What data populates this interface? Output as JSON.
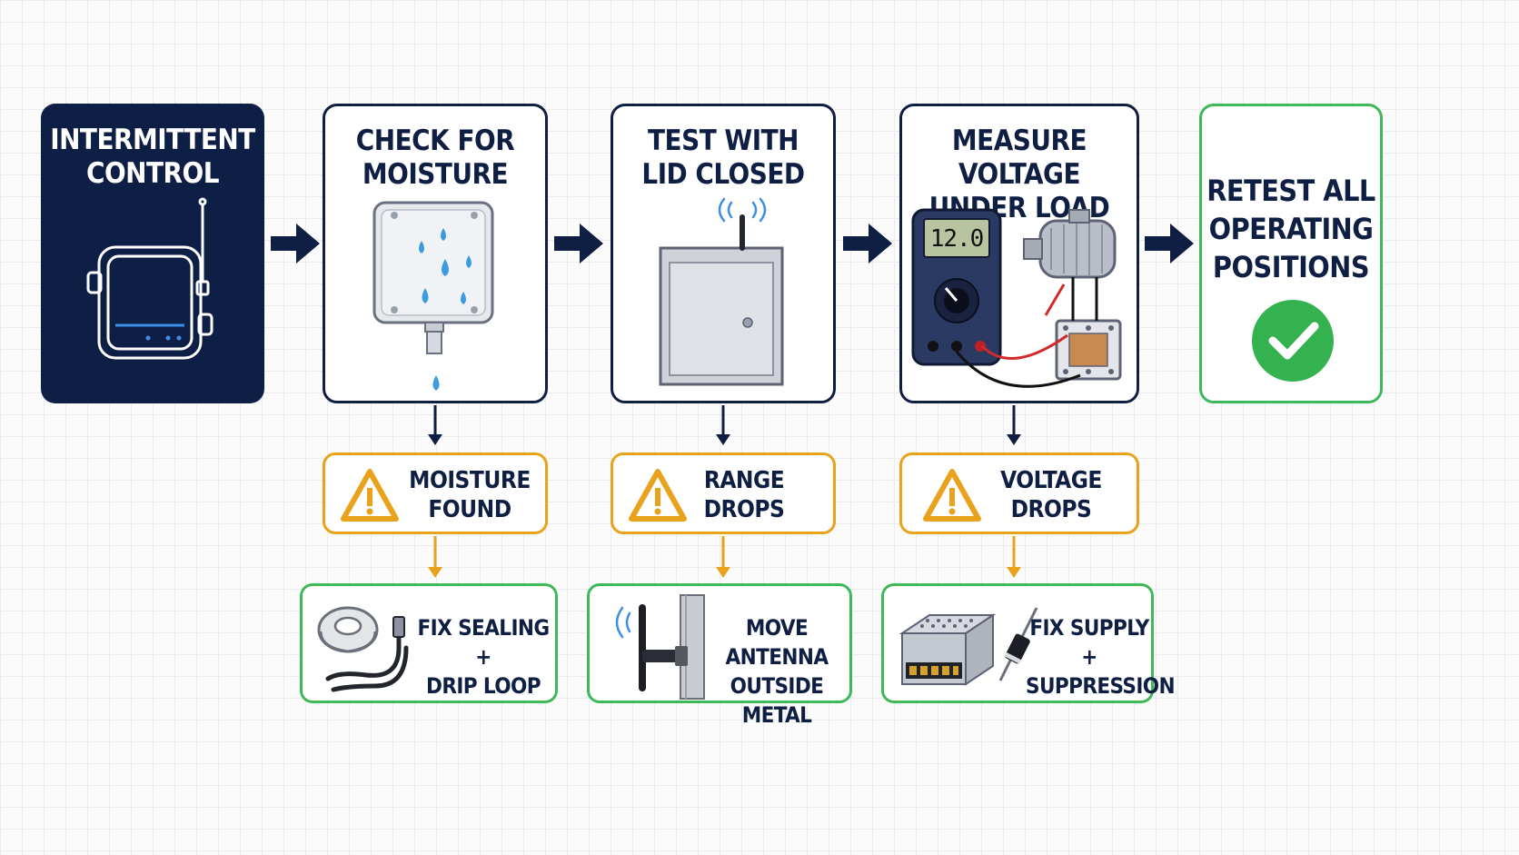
{
  "steps": [
    {
      "title": "INTERMITTENT\nCONTROL",
      "icon": "wireless-controller-icon"
    },
    {
      "title": "CHECK FOR\nMOISTURE",
      "icon": "wet-junction-box-icon"
    },
    {
      "title": "TEST WITH\nLID CLOSED",
      "icon": "metal-enclosure-antenna-icon"
    },
    {
      "title": "MEASURE VOLTAGE\nUNDER LOAD",
      "icon": "multimeter-motor-contactor-icon"
    },
    {
      "title": "RETEST ALL\nOPERATING\nPOSITIONS",
      "icon": "check-circle-icon"
    }
  ],
  "findings": [
    {
      "label": "MOISTURE\nFOUND",
      "icon": "warning-icon"
    },
    {
      "label": "RANGE\nDROPS",
      "icon": "warning-icon"
    },
    {
      "label": "VOLTAGE\nDROPS",
      "icon": "warning-icon"
    }
  ],
  "fixes": [
    {
      "label": "FIX SEALING +\nDRIP LOOP",
      "icon": "tape-drip-loop-icon"
    },
    {
      "label": "MOVE ANTENNA\nOUTSIDE METAL",
      "icon": "external-antenna-icon"
    },
    {
      "label": "FIX SUPPLY +\nSUPPRESSION",
      "icon": "power-supply-diode-icon"
    }
  ],
  "meter_reading": "12.0",
  "colors": {
    "navy": "#0f1f44",
    "warning": "#e8a21c",
    "success": "#3fb85a",
    "water": "#3b9be0"
  }
}
